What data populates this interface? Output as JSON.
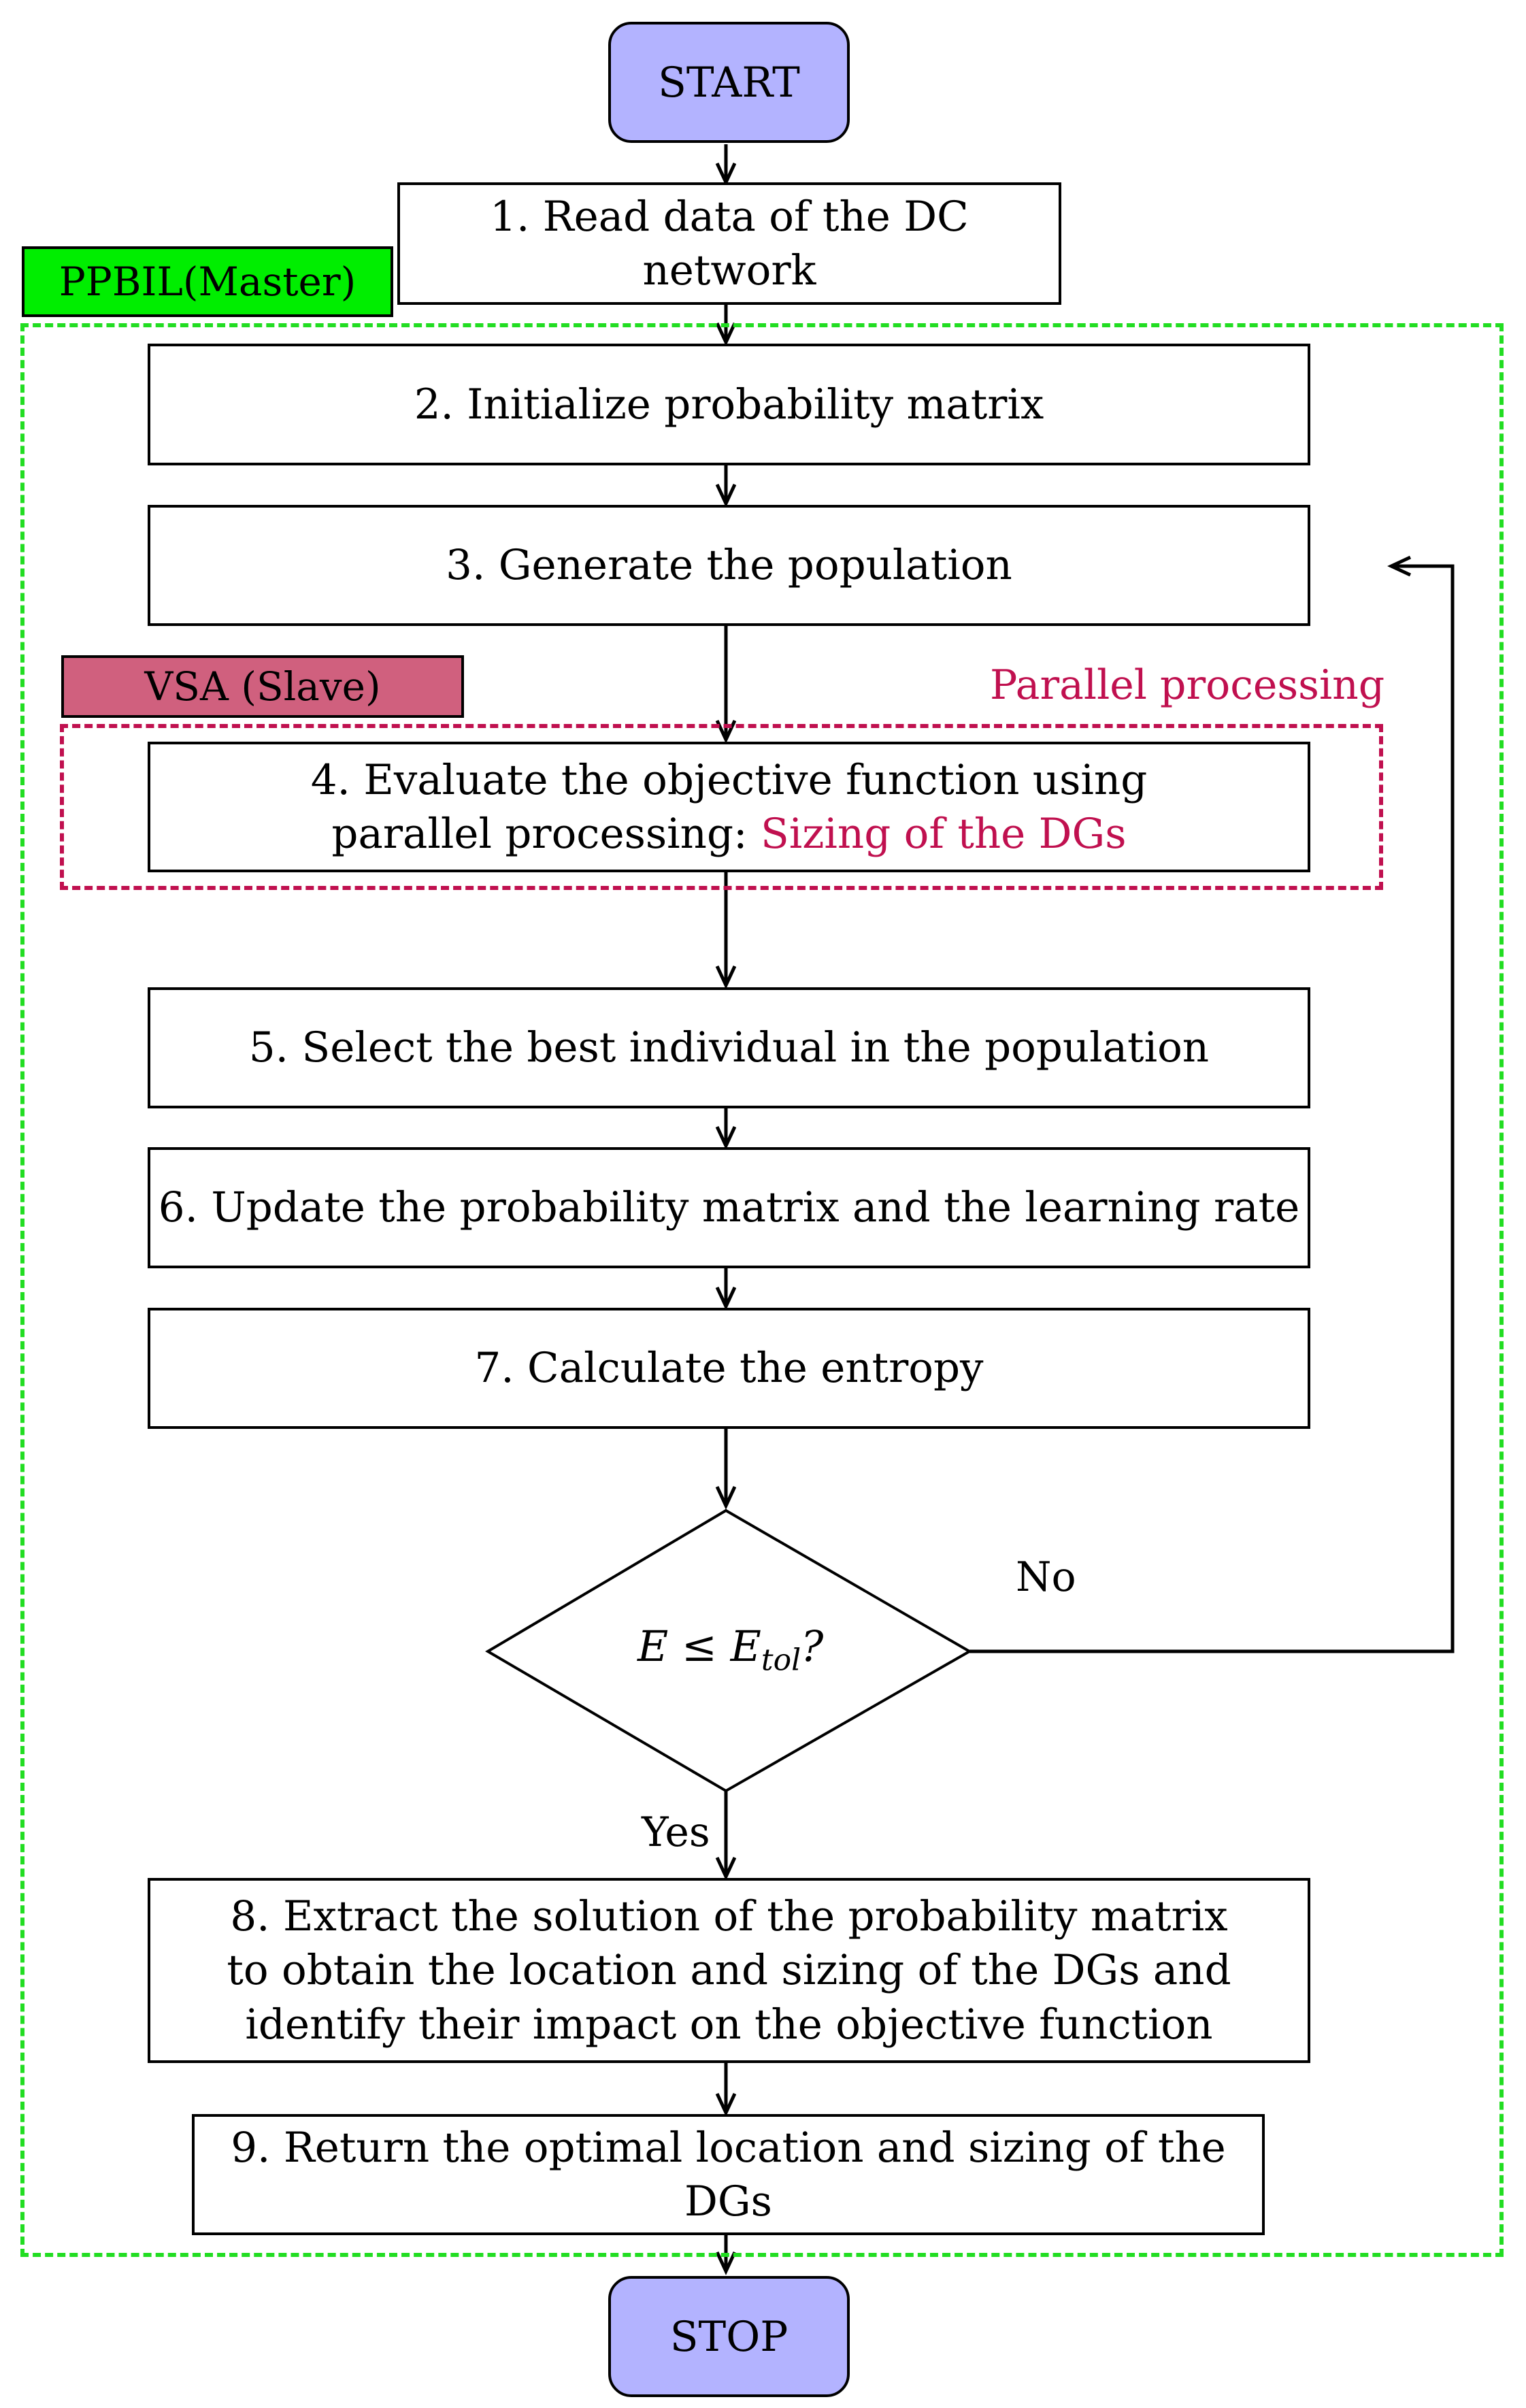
{
  "terminals": {
    "start": "START",
    "stop": "STOP"
  },
  "regions": {
    "master_label": "PPBIL(Master)",
    "slave_label": "VSA (Slave)",
    "parallel_label": "Parallel processing"
  },
  "steps": {
    "s1": "1. Read data of the DC network",
    "s2": "2.  Initialize probability matrix",
    "s3": "3.  Generate the population",
    "s4_line1": "4.  Evaluate the objective function using",
    "s4_line2_prefix": "parallel processing:",
    "s4_line2_highlight": "Sizing of the DGs",
    "s5": "5.  Select the best individual in the population",
    "s6": "6.  Update the probability matrix and the learning rate",
    "s7": "7.  Calculate the entropy",
    "s8_line1": "8.  Extract the solution of the probability matrix",
    "s8_line2": "to obtain the location and sizing of the DGs and",
    "s8_line3": "identify their impact on the objective function",
    "s9": "9. Return the optimal location and sizing of the DGs"
  },
  "decision": {
    "lhs": "E",
    "op": "≤",
    "rhs_base": "E",
    "rhs_sub": "tol",
    "q": "?"
  },
  "branches": {
    "no": "No",
    "yes": "Yes"
  },
  "colors": {
    "terminal_fill": "#b3b3ff",
    "master_fill": "#00ee00",
    "slave_fill": "#d0607e",
    "parallel_accent": "#c0104f",
    "master_border": "#22dd22"
  }
}
